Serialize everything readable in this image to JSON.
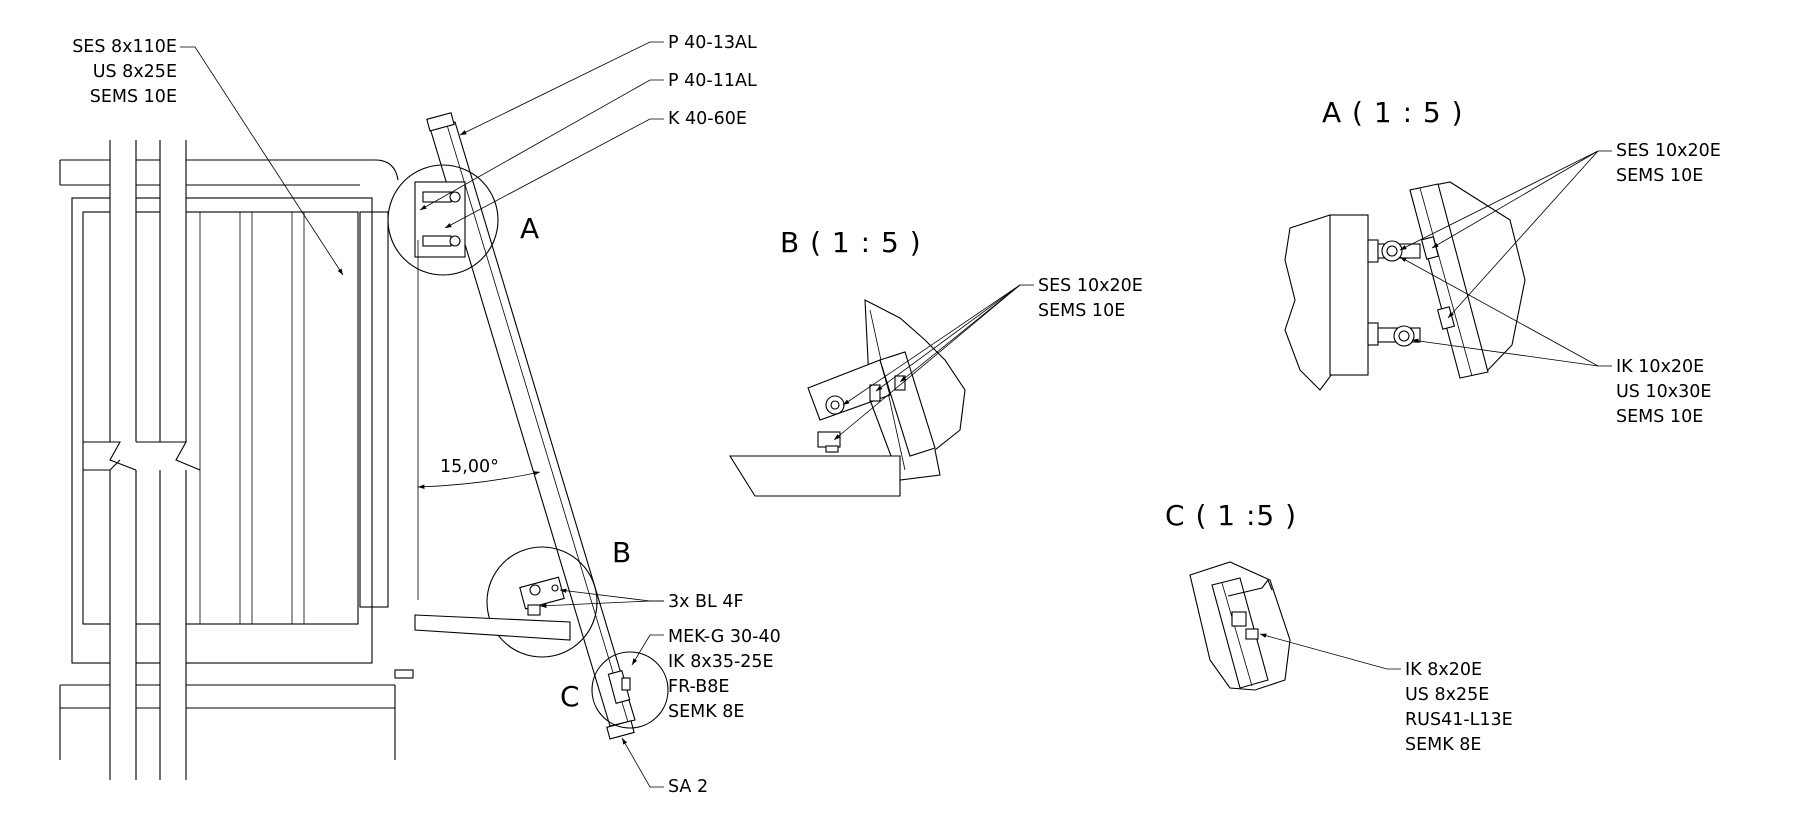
{
  "main_view": {
    "callout_topleft": [
      "SES 8x110E",
      "US 8x25E",
      "SEMS 10E"
    ],
    "callout_p1": "P 40-13AL",
    "callout_p2": "P 40-11AL",
    "callout_k": "K 40-60E",
    "angle": "15,00°",
    "detail_letters": {
      "a": "A",
      "b": "B",
      "c": "C"
    },
    "callout_bl": "3x BL 4F",
    "callout_mek": [
      "MEK-G 30-40",
      "IK 8x35-25E",
      "FR-B8E",
      "SEMK 8E"
    ],
    "callout_sa": "SA 2"
  },
  "detail_b": {
    "title": "B ( 1 : 5 )",
    "callout": [
      "SES 10x20E",
      "SEMS 10E"
    ]
  },
  "detail_a": {
    "title": "A ( 1 : 5 )",
    "callout_top": [
      "SES 10x20E",
      "SEMS 10E"
    ],
    "callout_bottom": [
      "IK 10x20E",
      "US 10x30E",
      "SEMS 10E"
    ]
  },
  "detail_c": {
    "title": "C ( 1 :5 )",
    "callout": [
      "IK 8x20E",
      "US 8x25E",
      "RUS41-L13E",
      "SEMK 8E"
    ]
  }
}
